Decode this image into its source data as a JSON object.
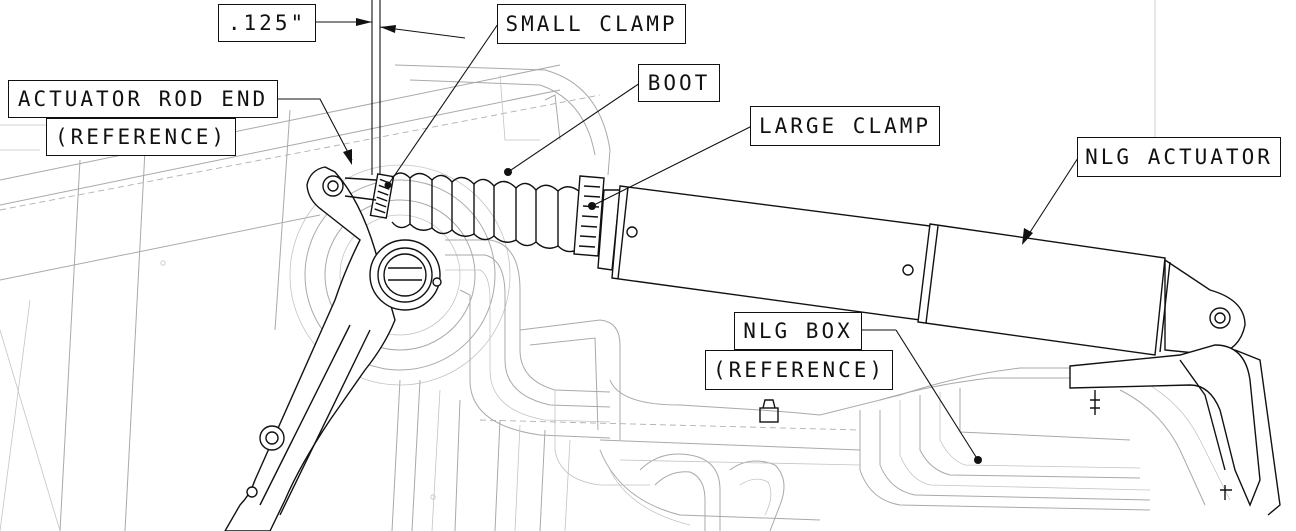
{
  "callouts": {
    "dimension": ".125\"",
    "small_clamp": "SMALL CLAMP",
    "boot": "BOOT",
    "actuator_rod_end": "ACTUATOR ROD END",
    "actuator_rod_end_ref": "(REFERENCE)",
    "large_clamp": "LARGE CLAMP",
    "nlg_actuator": "NLG ACTUATOR",
    "nlg_box": "NLG BOX",
    "nlg_box_ref": "(REFERENCE)"
  },
  "colors": {
    "ink": "#111111",
    "reference_lines": "#a9a9a9",
    "background": "#ffffff"
  }
}
